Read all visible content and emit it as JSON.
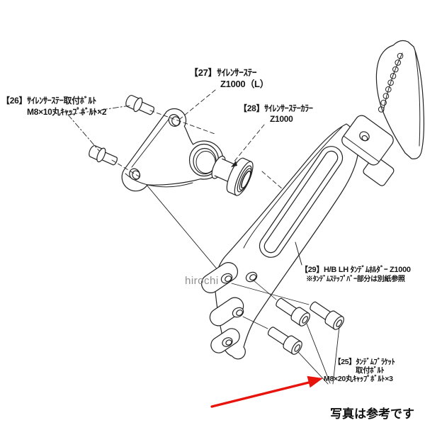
{
  "diagram": {
    "watermark": "hirochi",
    "caption": "写真は参考です",
    "callouts": {
      "c26": {
        "line1": "【26】ｻｲﾚﾝｻｰｽﾃｰ取付ﾎﾞﾙﾄ",
        "line2": "M8×10丸ｷｬｯﾌﾟﾎﾞﾙﾄ×2"
      },
      "c27": {
        "line1": "【27】ｻｲﾚﾝｻｰｽﾃｰ",
        "line2": "Z1000（L）"
      },
      "c28": {
        "line1": "【28】ｻｲﾚﾝｻｰｽﾃｰｶﾗｰ",
        "line2": "Z1000"
      },
      "c29": {
        "line1": "【29】H/B LH ﾀﾝﾃﾞﾑﾎﾙﾀﾞｰ Z1000",
        "line2": "※ﾀﾝﾃﾞﾑｽﾃｯﾌﾟﾊﾞｰ部分は別紙参照"
      },
      "c25": {
        "line1": "【25】ﾀﾝﾃﾞﾑﾌﾞﾗｹｯﾄ",
        "line2": "取付ﾎﾞﾙﾄ",
        "line3": "M8×20丸ｷｬｯﾌﾟﾎﾞﾙﾄ×3"
      }
    },
    "colors": {
      "line": "#222222",
      "arrow_red": "#e8140c",
      "watermark_gray": "#8f8f8f",
      "background": "#ffffff"
    }
  }
}
